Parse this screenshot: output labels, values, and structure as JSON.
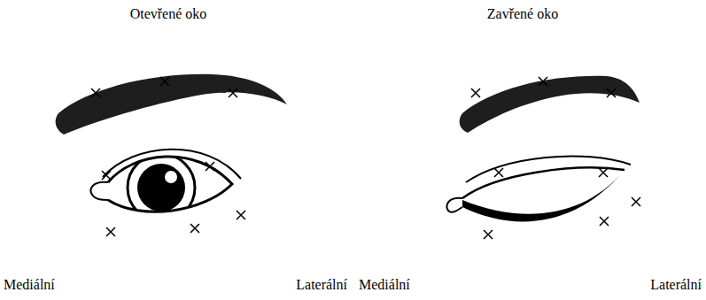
{
  "diagram": {
    "labels": [
      "Otevřené oko",
      "Zavřené oko",
      "Mediální",
      "Laterální",
      "Mediální",
      "Laterální"
    ]
  }
}
